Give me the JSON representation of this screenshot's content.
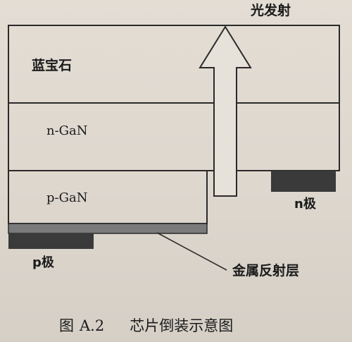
{
  "figure": {
    "light_label": "光发射",
    "layers": {
      "sapphire": "蓝宝石",
      "n_gan": "n-GaN",
      "p_gan": "p-GaN"
    },
    "electrodes": {
      "n": "n极",
      "p": "p极"
    },
    "mirror_label": "金属反射层",
    "caption": {
      "prefix": "图",
      "number": "A.2",
      "title": "芯片倒装示意图"
    },
    "colors": {
      "outline": "#2a2a2a",
      "electrode": "#3a3a3a",
      "mirror": "#7b7b7b",
      "background": "#e3ddd4"
    }
  }
}
